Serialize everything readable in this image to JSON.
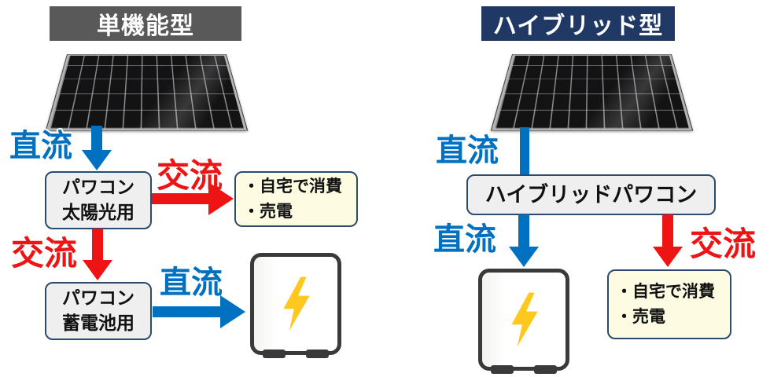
{
  "colors": {
    "dc_blue": "#0070C0",
    "ac_red": "#EE1414",
    "single_header_bg": "#595959",
    "hybrid_header_bg": "#1F3864",
    "box_fill": "#EFEFEF",
    "box_border": "#2B4A6F",
    "note_fill": "#FDFCE3",
    "battery_border": "#3A3A3A",
    "bolt_yellow": "#FFC81E",
    "header_text": "#FFFFFF"
  },
  "left": {
    "title": "単機能型",
    "dc_label_1": "直流",
    "ac_label_1": "交流",
    "ac_label_2": "交流",
    "dc_label_2": "直流",
    "pcs_solar_line1": "パワコン",
    "pcs_solar_line2": "太陽光用",
    "pcs_battery_line1": "パワコン",
    "pcs_battery_line2": "蓄電池用",
    "note_line1": "・自宅で消費",
    "note_line2": "・売電"
  },
  "right": {
    "title": "ハイブリッド型",
    "dc_label_1": "直流",
    "dc_label_2": "直流",
    "ac_label_1": "交流",
    "pcs_hybrid": "ハイブリッドパワコン",
    "note_line1": "・自宅で消費",
    "note_line2": "・売電"
  },
  "icons": {
    "solar_panel": "solar-panel-photo",
    "battery": "battery-storage-unit",
    "bolt": "lightning-bolt"
  }
}
